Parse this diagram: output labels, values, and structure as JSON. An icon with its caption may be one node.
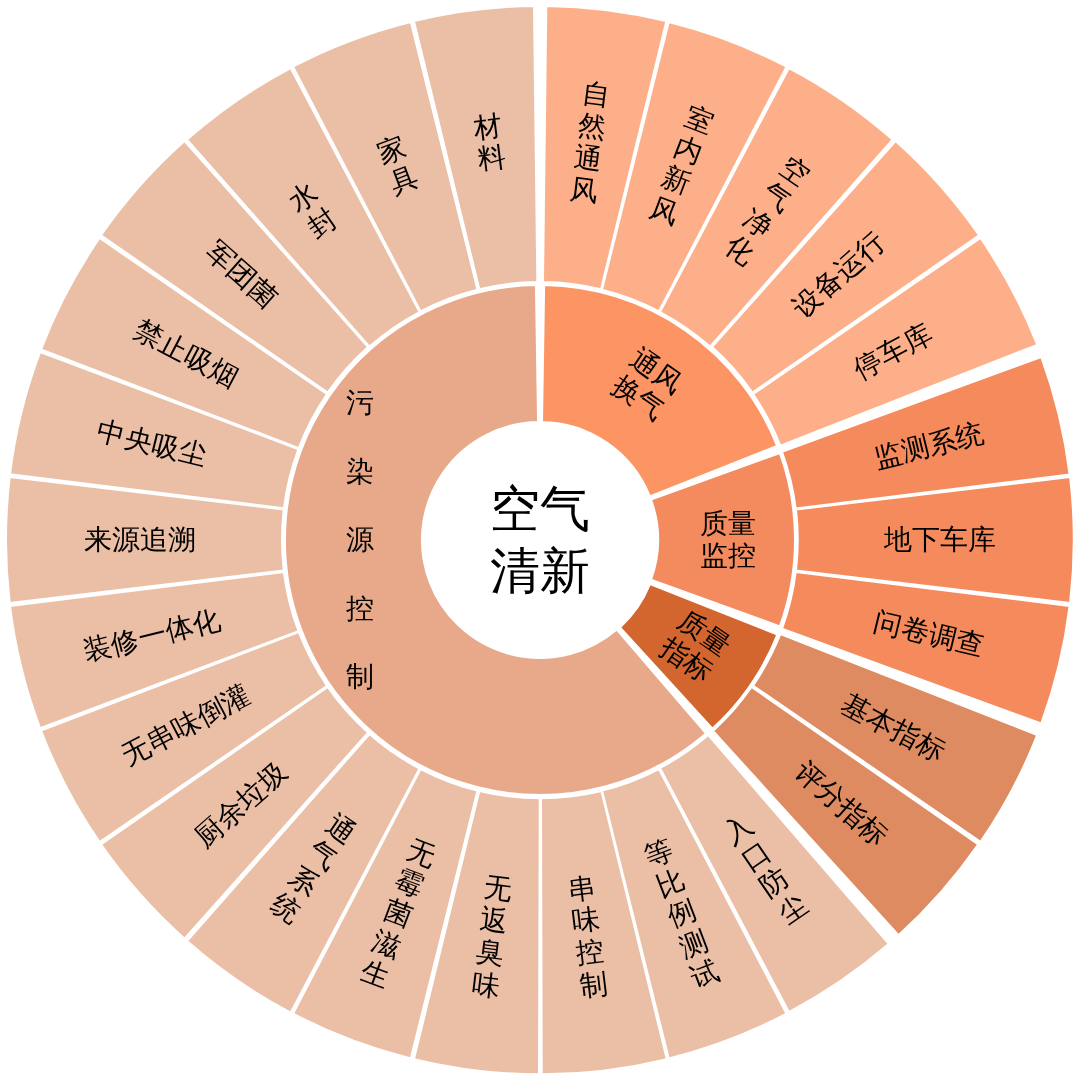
{
  "diagram": {
    "nodes": [
      {
        "text": [
          "空气清新"
        ]
      },
      {
        "text": [
          "通风换气"
        ]
      },
      {
        "text": [
          "质量监控"
        ]
      },
      {
        "text": [
          "质量指标"
        ]
      },
      {
        "text": [
          "污染源控制"
        ]
      },
      {
        "text": [
          "自然通风"
        ]
      },
      {
        "text": [
          "室内新风"
        ]
      },
      {
        "text": [
          "空气净化"
        ]
      },
      {
        "text": [
          "设备运行"
        ]
      },
      {
        "text": [
          "停车库"
        ]
      },
      {
        "text": [
          "监测系统"
        ]
      },
      {
        "text": [
          "地下车库"
        ]
      },
      {
        "text": [
          "问卷调查"
        ]
      },
      {
        "text": [
          "基本指标"
        ]
      },
      {
        "text": [
          "评分指标"
        ]
      },
      {
        "text": [
          "入口防尘"
        ]
      },
      {
        "text": [
          "等比例测试"
        ]
      },
      {
        "text": [
          "串味控制"
        ]
      },
      {
        "text": [
          "无返臭味"
        ]
      },
      {
        "text": [
          "无霉菌滋生"
        ]
      },
      {
        "text": [
          "通气系统"
        ]
      },
      {
        "text": [
          "厨余垃圾"
        ]
      },
      {
        "text": [
          "无串味倒灌"
        ]
      },
      {
        "text": [
          "装修一体化"
        ]
      },
      {
        "text": [
          "来源追溯"
        ]
      },
      {
        "text": [
          "中央吸尘"
        ]
      },
      {
        "text": [
          "禁止吸烟"
        ]
      },
      {
        "text": [
          "军团菌"
        ]
      },
      {
        "text": [
          "水封"
        ]
      },
      {
        "text": [
          "家具"
        ]
      },
      {
        "text": [
          "材料"
        ]
      }
    ]
  }
}
